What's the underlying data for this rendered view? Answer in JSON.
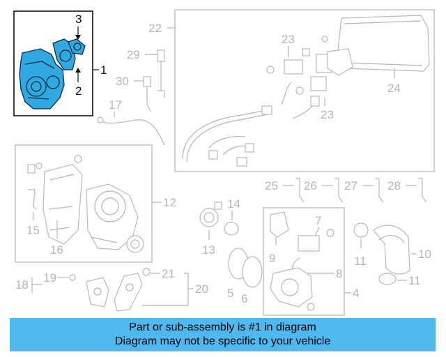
{
  "callouts": {
    "c1": "1",
    "c2": "2",
    "c3": "3",
    "c4": "4",
    "c5": "5",
    "c6": "6",
    "c7": "7",
    "c8": "8",
    "c9": "9",
    "c10": "10",
    "c11a": "11",
    "c11b": "11",
    "c12": "12",
    "c13": "13",
    "c14": "14",
    "c15": "15",
    "c16": "16",
    "c17": "17",
    "c18": "18",
    "c19": "19",
    "c20": "20",
    "c21": "21",
    "c22": "22",
    "c23a": "23",
    "c23b": "23",
    "c24": "24",
    "c25": "25",
    "c26": "26",
    "c27": "27",
    "c28": "28",
    "c29": "29",
    "c30": "30"
  },
  "colors": {
    "highlight": "#2fa9e0",
    "banner": "#4fb8ee",
    "linework": "#b5b5b5"
  },
  "banner": {
    "line1": "Part or sub-assembly is #1 in diagram",
    "line2": "Diagram may not be specific to your vehicle"
  }
}
